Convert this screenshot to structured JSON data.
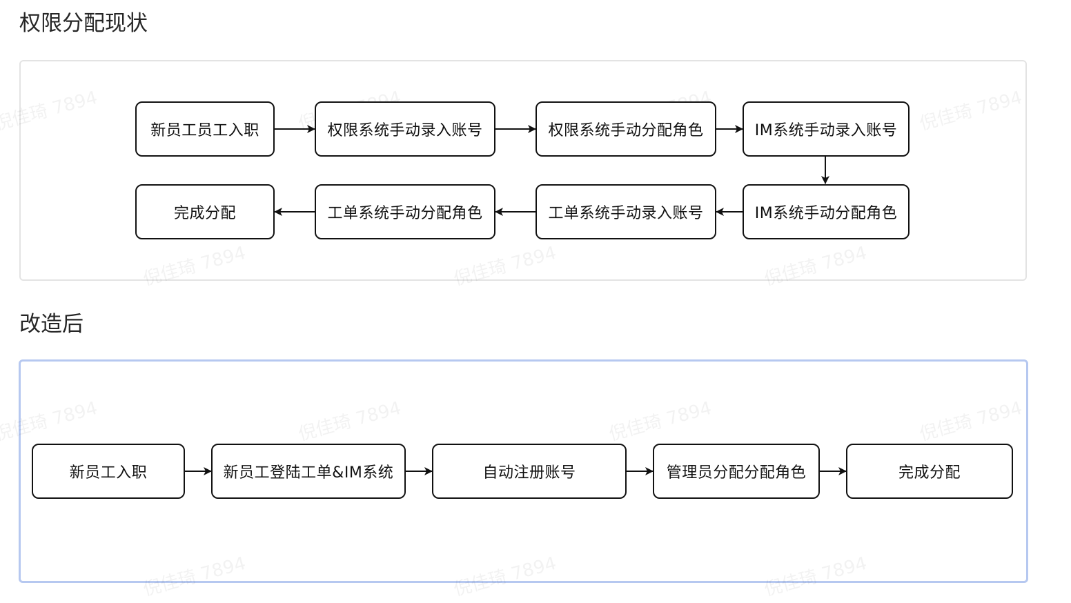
{
  "section1": {
    "title": "权限分配现状",
    "nodes": [
      "新员工员工入职",
      "权限系统手动录入账号",
      "权限系统手动分配角色",
      "IM系统手动录入账号",
      "IM系统手动分配角色",
      "工单系统手动录入账号",
      "工单系统手动分配角色",
      "完成分配"
    ]
  },
  "section2": {
    "title": "改造后",
    "nodes": [
      "新员工入职",
      "新员工登陆工单&IM系统",
      "自动注册账号",
      "管理员分配分配角色",
      "完成分配"
    ]
  },
  "watermark": "倪佳琦 7894",
  "colors": {
    "line": "#111111",
    "frame_highlight": "#b6c8f0",
    "frame_default": "#e3e3e3"
  }
}
